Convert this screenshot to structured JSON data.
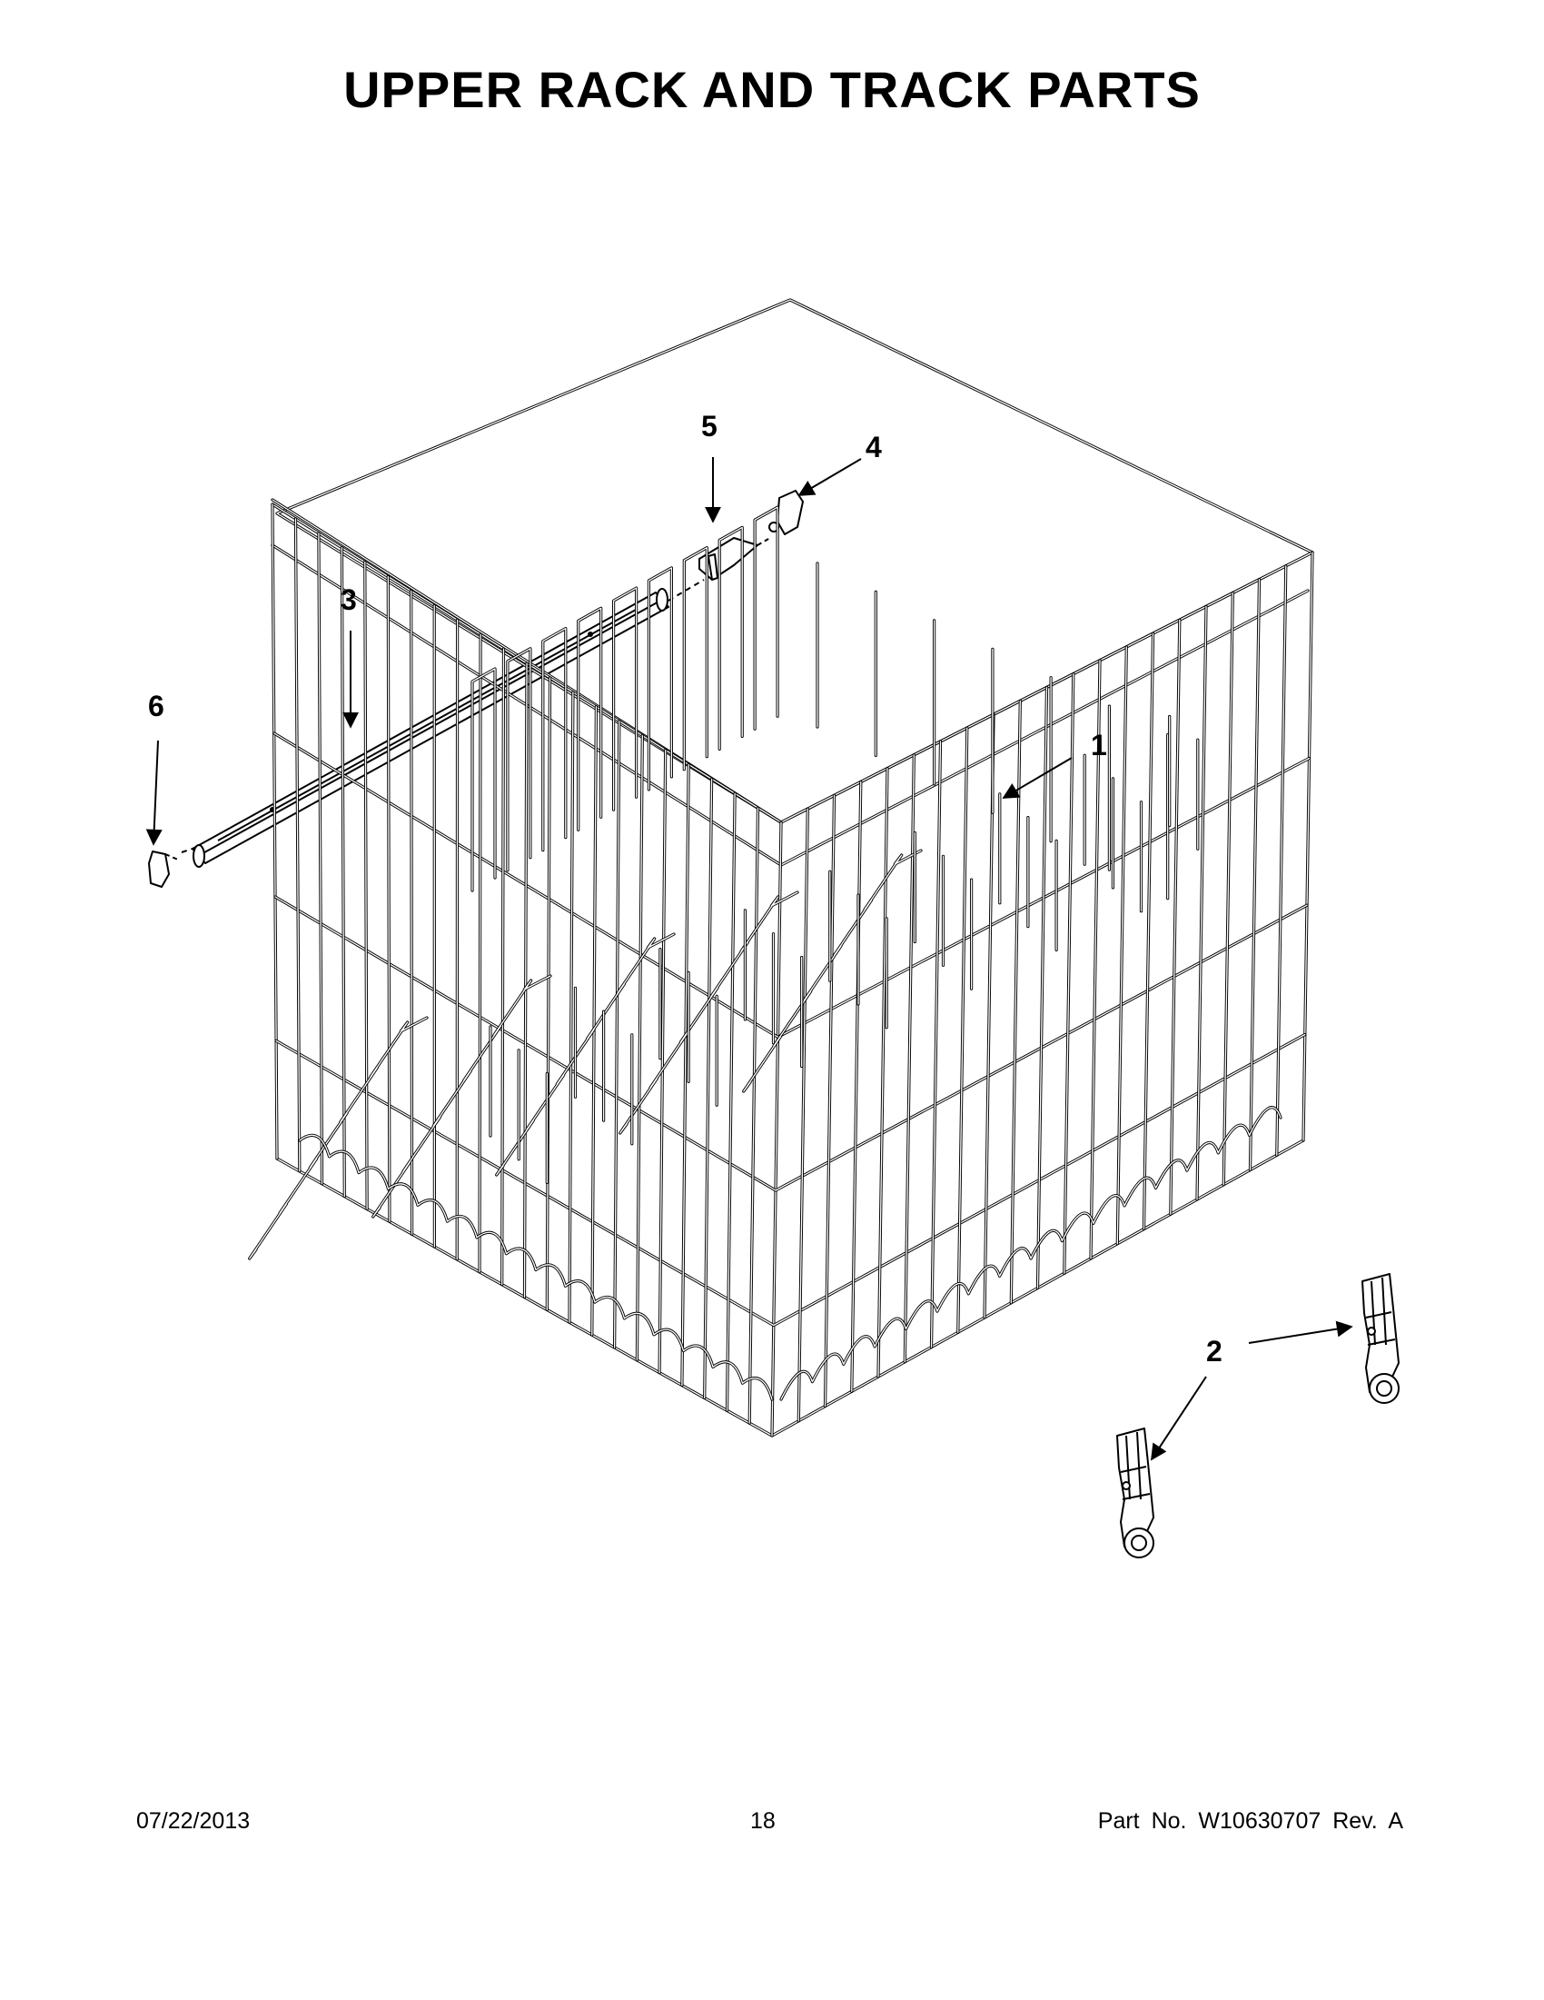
{
  "title": "UPPER RACK AND TRACK PARTS",
  "callouts": [
    "1",
    "2",
    "3",
    "4",
    "5",
    "6"
  ],
  "footer": {
    "date": "07/22/2013",
    "page": "18",
    "part": "Part No.  W10630707  Rev.  A"
  }
}
